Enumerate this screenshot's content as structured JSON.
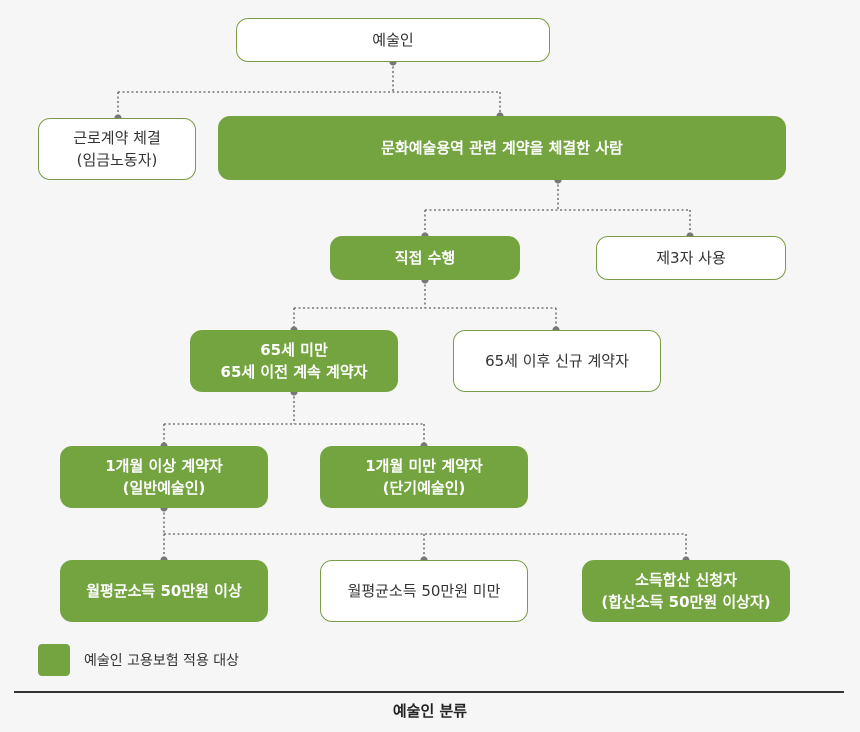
{
  "nodes": {
    "artist": {
      "lines": [
        "예술인"
      ],
      "style": "white"
    },
    "labor_contract": {
      "lines": [
        "근로계약 체결",
        "(임금노동자)"
      ],
      "style": "white"
    },
    "culture_contract": {
      "lines": [
        "문화예술용역 관련 계약을 체결한 사람"
      ],
      "style": "green"
    },
    "direct": {
      "lines": [
        "직접 수행"
      ],
      "style": "green"
    },
    "third_party": {
      "lines": [
        "제3자 사용"
      ],
      "style": "white"
    },
    "under_65": {
      "lines": [
        "65세 미만",
        "65세 이전 계속 계약자"
      ],
      "style": "green"
    },
    "over_65_new": {
      "lines": [
        "65세 이후 신규 계약자"
      ],
      "style": "white"
    },
    "month_plus": {
      "lines": [
        "1개월 이상 계약자",
        "(일반예술인)"
      ],
      "style": "green"
    },
    "month_less": {
      "lines": [
        "1개월 미만 계약자",
        "(단기예술인)"
      ],
      "style": "green"
    },
    "income_50_plus": {
      "lines": [
        "월평균소득 50만원 이상"
      ],
      "style": "green"
    },
    "income_50_less": {
      "lines": [
        "월평균소득 50만원 미만"
      ],
      "style": "white"
    },
    "combined_income": {
      "lines": [
        "소득합산 신청자",
        "(합산소득 50만원 이상자)"
      ],
      "style": "green"
    }
  },
  "legend": {
    "label": "예술인 고용보험 적용 대상",
    "color": "#74a440"
  },
  "caption": "예술인 분류",
  "colors": {
    "green": "#74a440",
    "border": "#7a9b45",
    "connector": "#777777"
  }
}
